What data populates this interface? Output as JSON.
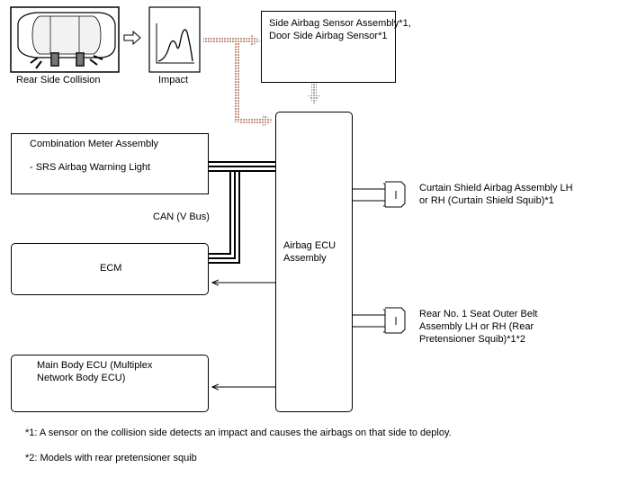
{
  "collision_label": "Rear Side Collision",
  "impact_label": "Impact",
  "side_sensor": {
    "line1": "Side Airbag Sensor Assembly*1,",
    "line2": "Door Side Airbag Sensor*1"
  },
  "combination_meter": {
    "title": "Combination Meter Assembly",
    "item": "- SRS Airbag Warning Light"
  },
  "can_label": "CAN (V Bus)",
  "ecm_label": "ECM",
  "airbag_ecu": {
    "line1": "Airbag ECU",
    "line2": "Assembly"
  },
  "main_body_ecu": {
    "line1": "Main Body ECU (Multiplex",
    "line2": "Network Body ECU)"
  },
  "curtain_shield": {
    "line1": "Curtain Shield Airbag Assembly LH",
    "line2": "or RH (Curtain Shield Squib)*1"
  },
  "rear_belt": {
    "line1": "Rear No. 1 Seat Outer Belt",
    "line2": "Assembly LH or RH (Rear",
    "line3": "Pretensioner Squib)*1*2"
  },
  "notes": {
    "note1": "*1: A sensor on the collision side detects an impact and causes the airbags on that side to deploy.",
    "note2": "*2: Models with rear pretensioner squib"
  }
}
